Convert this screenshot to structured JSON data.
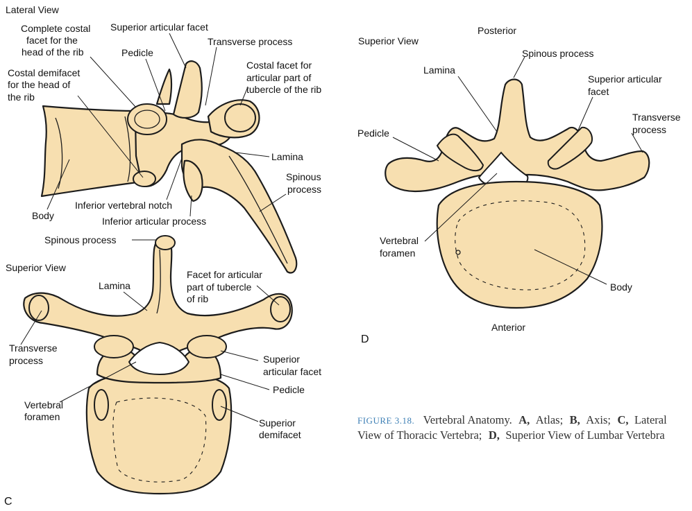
{
  "panel_lateral": {
    "view_title": "Lateral View",
    "labels": {
      "complete_costal": [
        "Complete costal",
        "facet for the",
        "head of the rib"
      ],
      "superior_articular_facet": "Superior articular facet",
      "transverse_process": "Transverse process",
      "pedicle": "Pedicle",
      "costal_demifacet": [
        "Costal demifacet",
        "for the head of",
        "the rib"
      ],
      "costal_facet_tubercle": [
        "Costal facet for",
        "articular part of",
        "tubercle of the rib"
      ],
      "lamina": "Lamina",
      "spinous_process": [
        "Spinous",
        "process"
      ],
      "body": "Body",
      "inferior_vertebral_notch": "Inferior vertebral notch",
      "inferior_articular_process": "Inferior articular process"
    }
  },
  "panel_c": {
    "letter": "C",
    "view_title": "Superior View",
    "labels": {
      "spinous_process": "Spinous process",
      "lamina": "Lamina",
      "facet_tubercle": [
        "Facet for articular",
        "part of tubercle",
        "of rib"
      ],
      "transverse_process": [
        "Transverse",
        "process"
      ],
      "superior_articular_facet": [
        "Superior",
        "articular facet"
      ],
      "pedicle": "Pedicle",
      "vertebral_foramen": [
        "Vertebral",
        "foramen"
      ],
      "superior_demifacet": [
        "Superior",
        "demifacet"
      ]
    }
  },
  "panel_d": {
    "letter": "D",
    "view_title": "Superior View",
    "labels": {
      "posterior": "Posterior",
      "spinous_process": "Spinous process",
      "lamina": "Lamina",
      "superior_articular_facet": [
        "Superior articular",
        "facet"
      ],
      "transverse_process": [
        "Transverse",
        "process"
      ],
      "pedicle": "Pedicle",
      "vertebral_foramen": [
        "Vertebral",
        "foramen"
      ],
      "body": "Body",
      "anterior": "Anterior"
    }
  },
  "caption": {
    "figure_number": "FIGURE 3.18.",
    "title": "Vertebral Anatomy.",
    "a_letter": "A,",
    "a_text": "Atlas;",
    "b_letter": "B,",
    "b_text": "Axis;",
    "c_letter": "C,",
    "c_text": "Lateral",
    "line2_a": "View of Thoracic Vertebra;",
    "d_letter": "D,",
    "line2_b": "Superior View of Lumbar Vertebra"
  },
  "colors": {
    "bone_fill": "#f7dfb0",
    "outline": "#1c1c1c",
    "caption_accent": "#3d7fb5",
    "caption_text": "#333333"
  }
}
